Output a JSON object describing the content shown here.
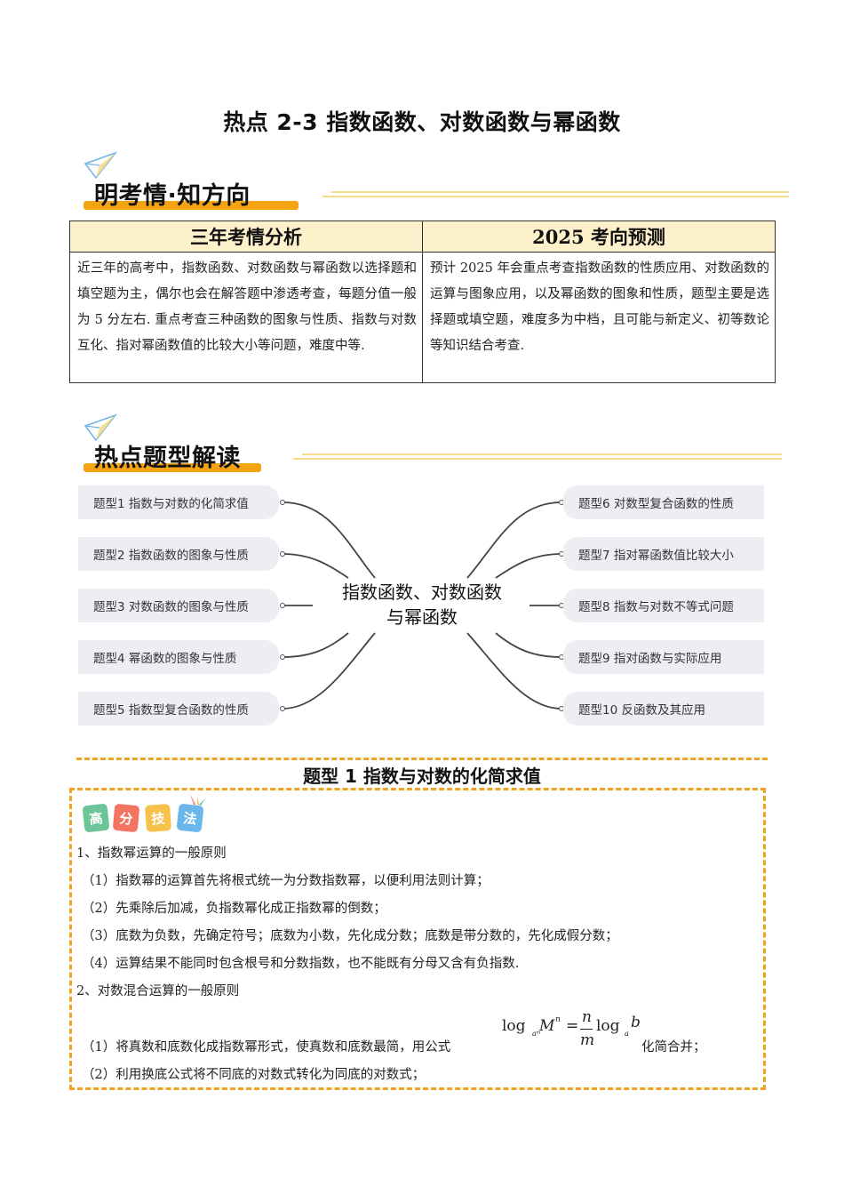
{
  "document": {
    "title": "热点 2-3 指数函数、对数函数与幂函数"
  },
  "section1": {
    "banner": "明考情·知方向",
    "table": {
      "headers": [
        "三年考情分析",
        "2025 考向预测"
      ],
      "cells": [
        "近三年的高考中，指数函数、对数函数与幂函数以选择题和填空题为主，偶尔也会在解答题中渗透考查，每题分值一般为 5 分左右. 重点考查三种函数的图象与性质、指数与对数互化、指对幂函数值的比较大小等问题，难度中等.",
        "预计 2025 年会重点考查指数函数的性质应用、对数函数的运算与图象应用，以及幂函数的图象和性质，题型主要是选择题或填空题，难度多为中档，且可能与新定义、初等数论等知识结合考查."
      ]
    },
    "header_bg": "#fdf1cc"
  },
  "section2": {
    "banner": "热点题型解读",
    "mindmap": {
      "center": [
        "指数函数、对数函数",
        "与幂函数"
      ],
      "left": [
        "题型1  指数与对数的化简求值",
        "题型2  指数函数的图象与性质",
        "题型3  对数函数的图象与性质",
        "题型4  幂函数的图象与性质",
        "题型5  指数型复合函数的性质"
      ],
      "right": [
        "题型6  对数型复合函数的性质",
        "题型7  指对幂函数值比较大小",
        "题型8  指数与对数不等式问题",
        "题型9  指对函数与实际应用",
        "题型10  反函数及其应用"
      ],
      "node_bg": "#efedf3"
    }
  },
  "topic1": {
    "title": "题型 1  指数与对数的化简求值",
    "badge": [
      "高",
      "分",
      "技",
      "法"
    ],
    "badge_colors": [
      "#6cc598",
      "#f27461",
      "#f7c24c",
      "#6bb7ec"
    ],
    "accent": "#f0a31e",
    "lines": [
      "1、指数幂运算的一般原则",
      "（1）指数幂的运算首先将根式统一为分数指数幂，以便利用法则计算；",
      "（2）先乘除后加减，负指数幂化成正指数幂的倒数；",
      "（3）底数为负数，先确定符号；底数为小数，先化成分数；底数是带分数的，先化成假分数；",
      "（4）运算结果不能同时包含根号和分数指数，也不能既有分母又含有负指数.",
      "2、对数混合运算的一般原则",
      "（1）将真数和底数化成指数幂形式，使真数和底数最简，用公式",
      "（2）利用换底公式将不同底的对数式转化为同底的对数式；"
    ],
    "formula": {
      "log1": "log",
      "sub1": "aᵐ",
      "M": "M",
      "sup": "n",
      "eq": "=",
      "num": "n",
      "den": "m",
      "log2": "log",
      "sub2": "a",
      "b": "b",
      "tail": "化简合并；"
    }
  }
}
